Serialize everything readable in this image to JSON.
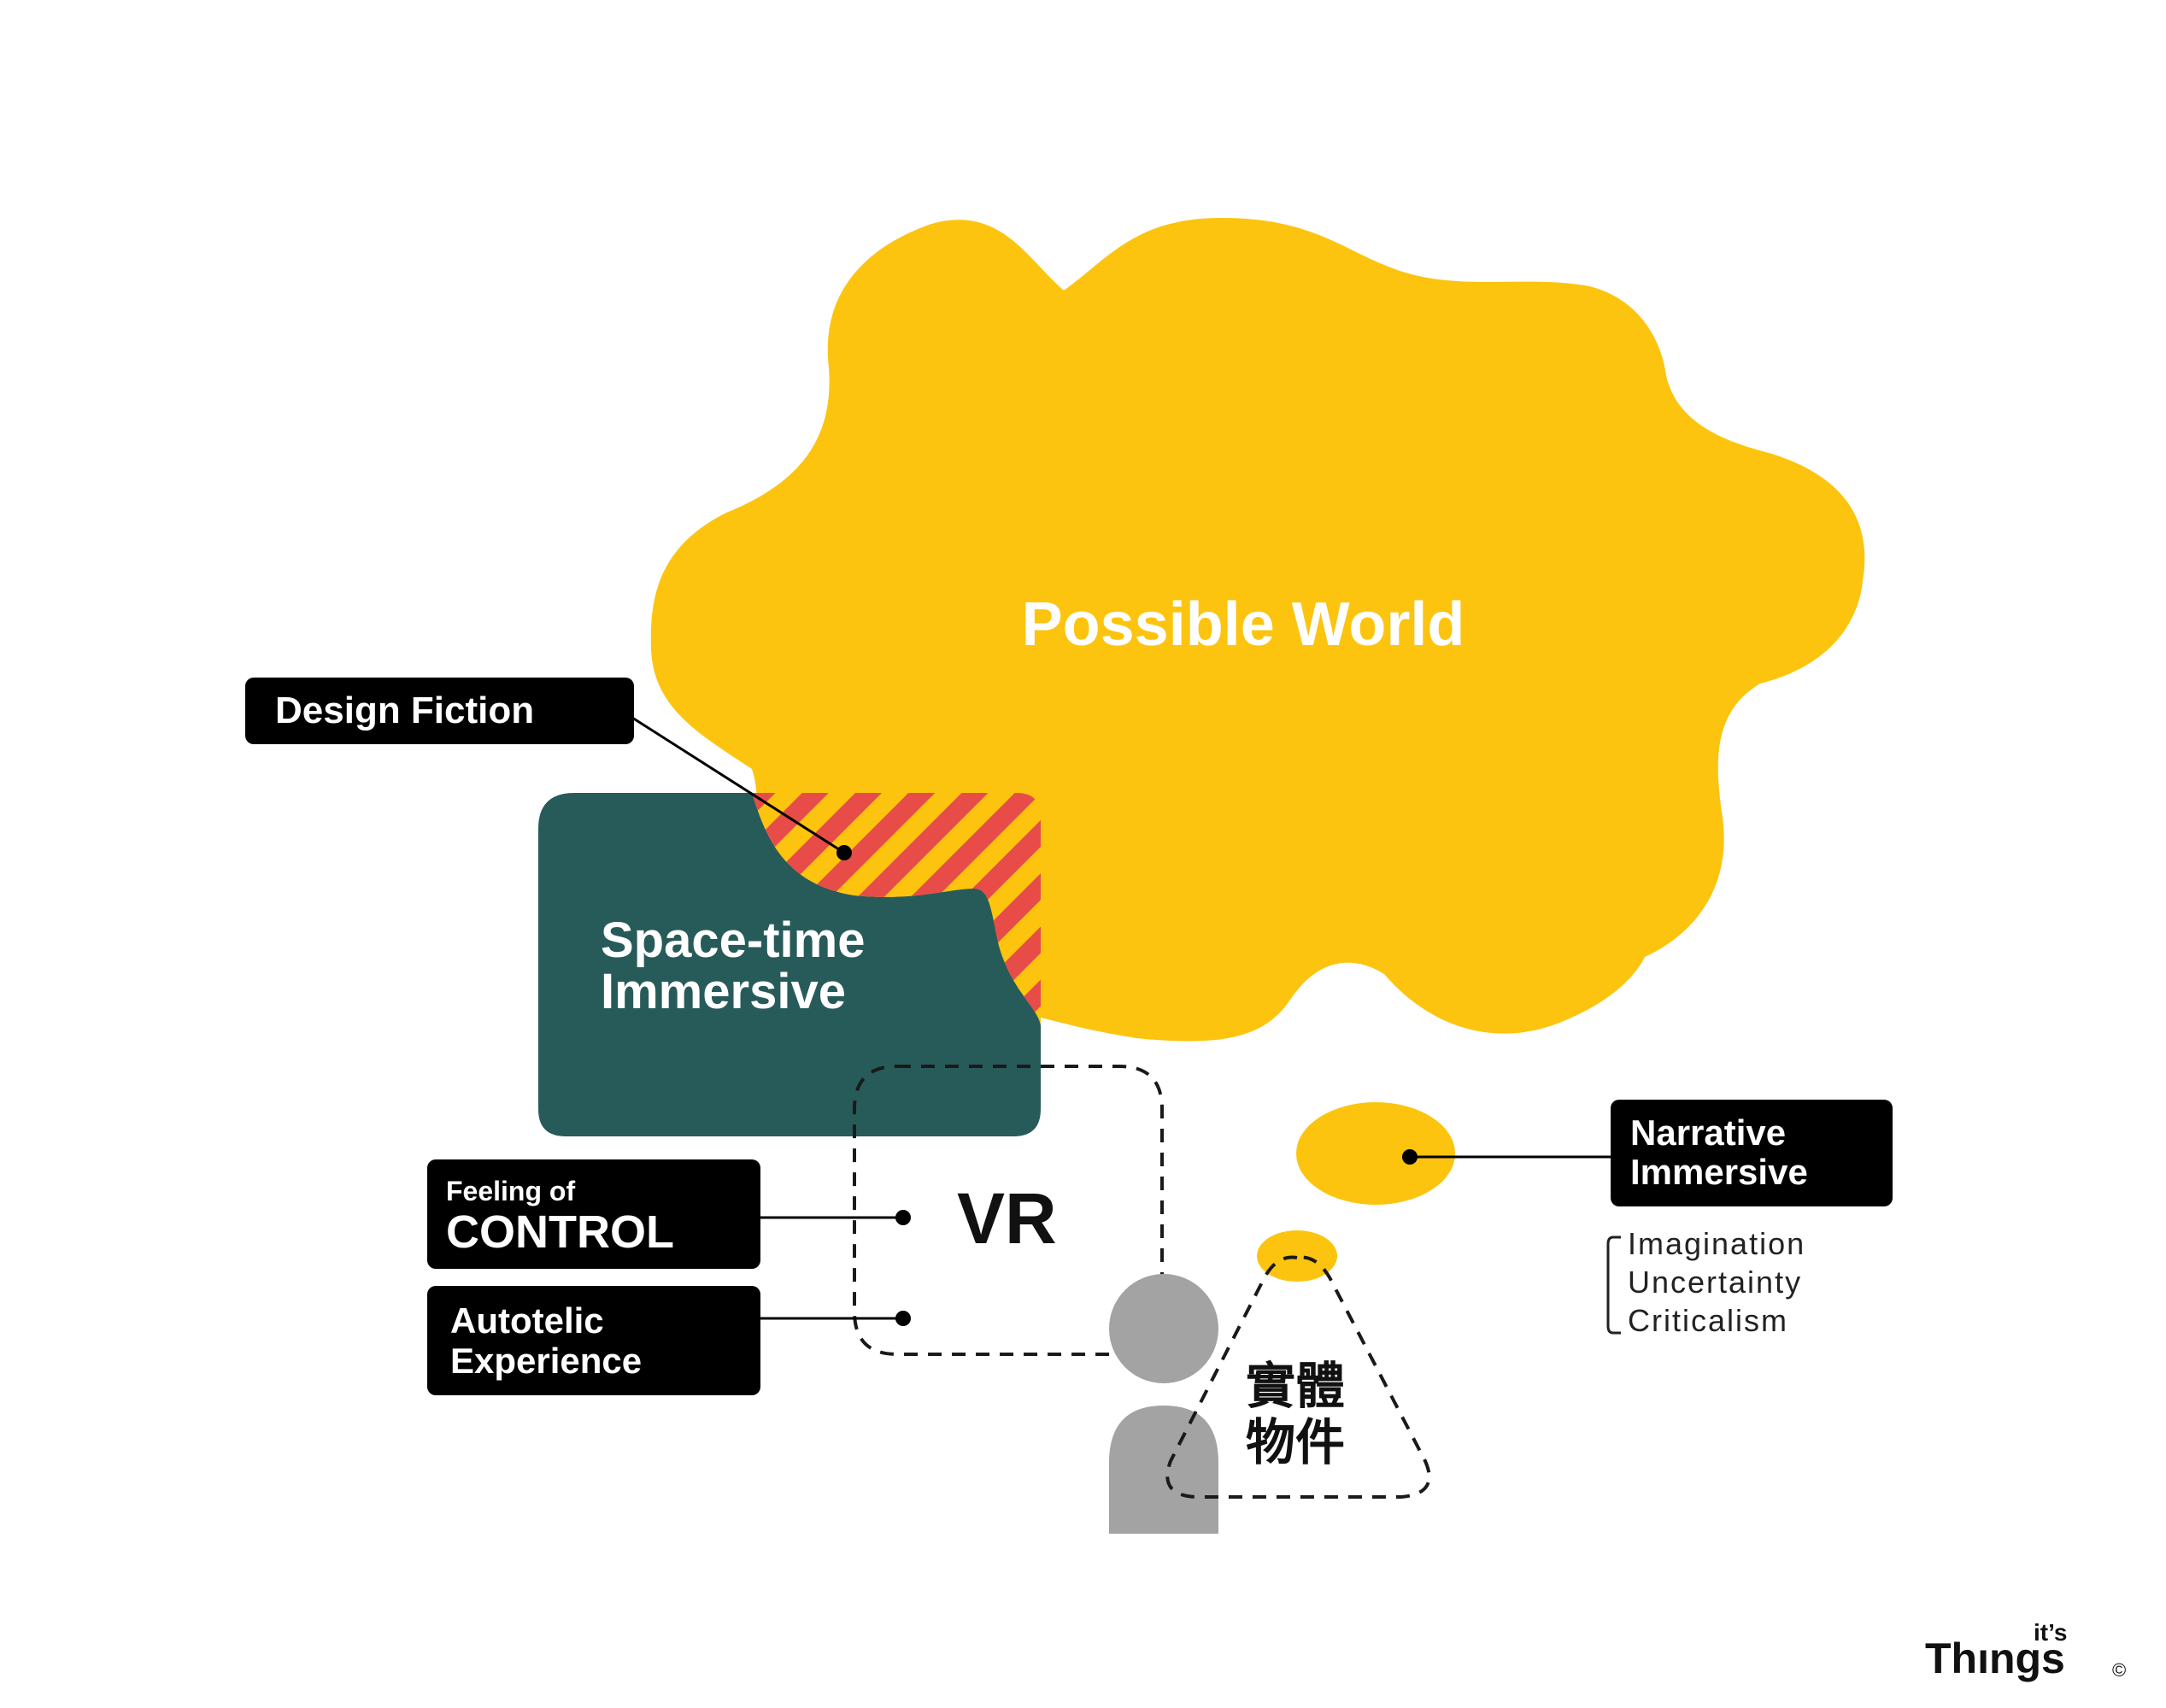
{
  "colors": {
    "cloud": "#FCC40F",
    "teal": "#275B5A",
    "stripe": "#E84C48",
    "label_bg": "#000000",
    "label_text": "#ffffff",
    "person": "#A3A3A3",
    "dash": "#1a1a1a"
  },
  "cloud": {
    "title": "Possible World"
  },
  "space_time": {
    "line1": "Space-time",
    "line2": "Immersive"
  },
  "vr": {
    "label": "VR"
  },
  "labels": {
    "design_fiction": "Design Fiction",
    "feeling_small": "Feeling of",
    "feeling_big": "CONTROL",
    "autotelic_1": "Autotelic",
    "autotelic_2": "Experience",
    "narrative_1": "Narrative",
    "narrative_2": "Immersive"
  },
  "narrative_traits": [
    "Imagination",
    "Uncertainty",
    "Criticalism"
  ],
  "physical_object": {
    "line1": "實體",
    "line2": "物件"
  },
  "logo": {
    "small": "it’s",
    "main": "Thıngs",
    "mark": "©"
  }
}
